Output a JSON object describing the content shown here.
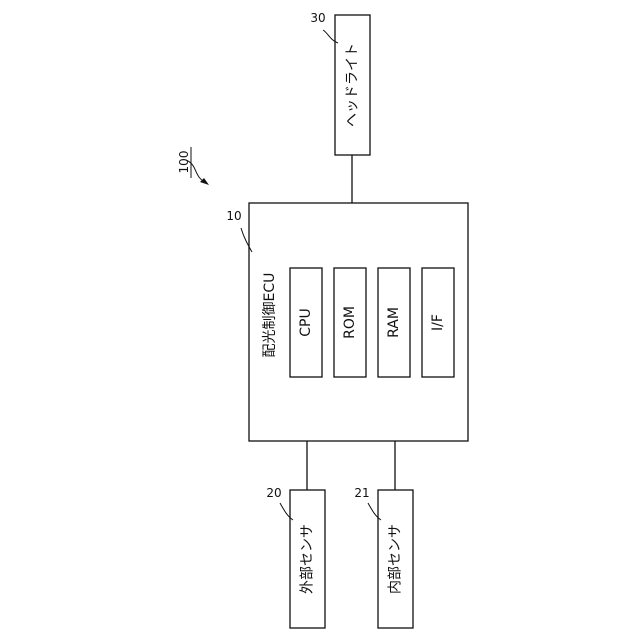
{
  "system_ref": "100",
  "headlight": {
    "label": "ヘッドライト",
    "ref": "30"
  },
  "ecu": {
    "label": "配光制御ECU",
    "ref": "10",
    "components": [
      "CPU",
      "ROM",
      "RAM",
      "I/F"
    ]
  },
  "external_sensor": {
    "label": "外部センサ",
    "ref": "20"
  },
  "internal_sensor": {
    "label": "内部センサ",
    "ref": "21"
  }
}
